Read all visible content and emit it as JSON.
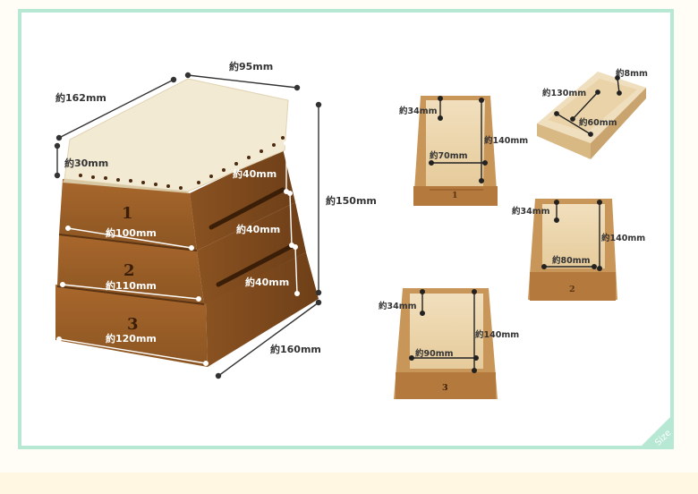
{
  "main_box": {
    "width_label": "約95mm",
    "depth_label": "約162mm",
    "cushion_label": "約30mm",
    "height_label": "約150mm",
    "base_label": "約160mm",
    "tier_height_1": "約40mm",
    "tier_height_2": "約40mm",
    "tier_height_3": "約40mm",
    "tier_width_1": "約100mm",
    "tier_width_2": "約110mm",
    "tier_width_3": "約120mm",
    "tier_numbers": [
      "1",
      "2",
      "3"
    ]
  },
  "trays": [
    {
      "id": "tray-1",
      "number": "1",
      "depth": "約34mm",
      "length": "約140mm",
      "width": "約70mm"
    },
    {
      "id": "tray-2",
      "number": "2",
      "depth": "約34mm",
      "length": "約140mm",
      "width": "約80mm"
    },
    {
      "id": "tray-3",
      "number": "3",
      "depth": "約34mm",
      "length": "約140mm",
      "width": "約90mm"
    },
    {
      "id": "tray-top",
      "depth": "約8mm",
      "length": "約130mm",
      "width": "約60mm"
    }
  ],
  "badge": {
    "label": "Size"
  },
  "colors": {
    "frame": "#b6e8d3",
    "wood_dark": "#9a5f2a",
    "wood_light": "#e8cfa2",
    "cushion": "#f3ead4"
  }
}
